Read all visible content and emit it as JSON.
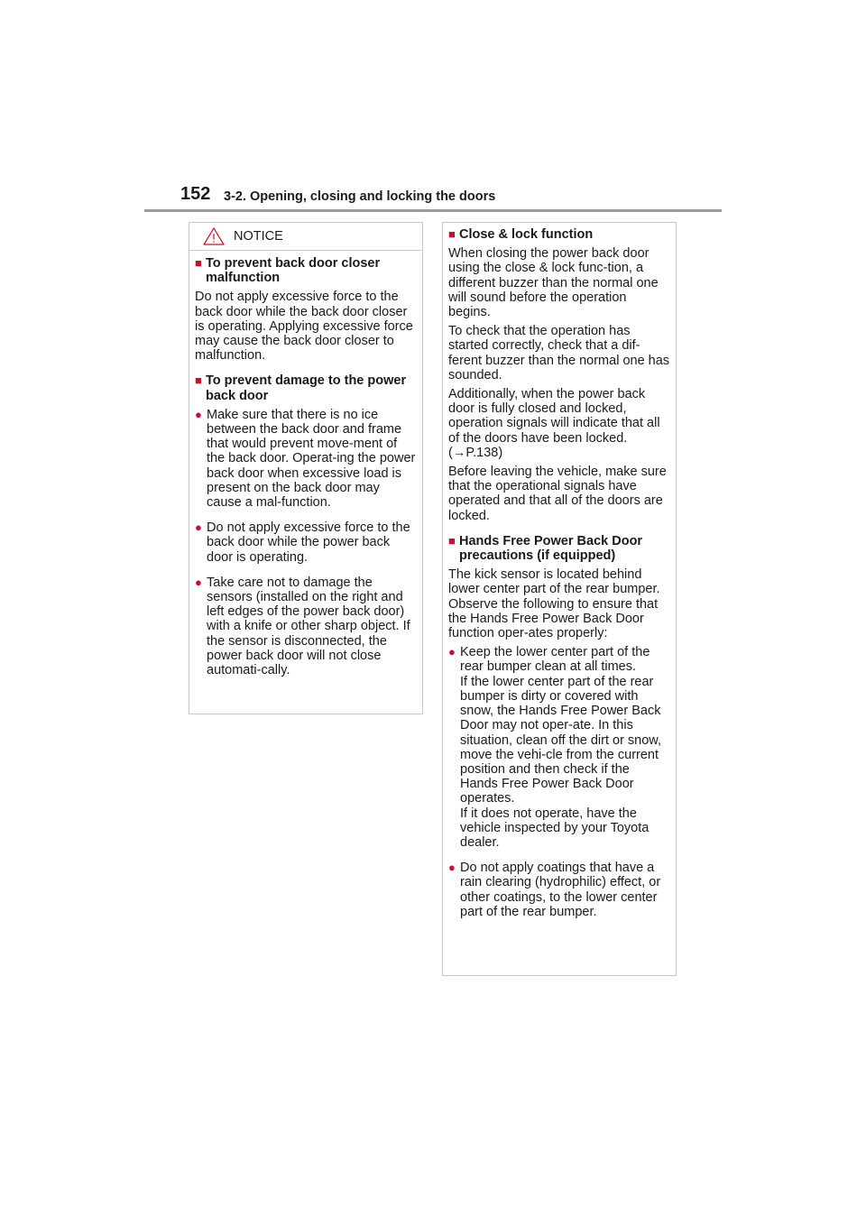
{
  "header": {
    "page_number": "152",
    "section_title": "3-2. Opening, closing and locking the doors"
  },
  "notice": {
    "label": "NOTICE",
    "h1": "To prevent back door closer malfunction",
    "p1": "Do not apply excessive force to the back door while the back door closer is operating. Applying excessive force may cause the back door closer to malfunction.",
    "h2": "To prevent damage to the power back door",
    "b1": "Make sure that there is no ice between the back door and frame that would prevent move-ment of the back door. Operat-ing the power back door when excessive load is present on the back door may cause a mal-function.",
    "b2": "Do not apply excessive force to the back door while the power back door is operating.",
    "b3": "Take care not to damage the sensors (installed on the right and left edges of the power back door) with a knife or other sharp object. If the sensor is disconnected, the power back door will not close automati-cally."
  },
  "info": {
    "h1": "Close & lock function",
    "p1": "When closing the power back door using the close & lock func-tion, a different buzzer than the normal one will sound before the operation begins.",
    "p2": "To check that the operation has started correctly, check that a dif-ferent buzzer than the normal one has sounded.",
    "p3": "Additionally, when the power back door is fully closed and locked, operation signals will indicate that all of the doors have been locked.",
    "p3_ref": "(→P.138)",
    "p4": "Before leaving the vehicle, make sure that the operational signals have operated and that all of the doors are locked.",
    "h2": "Hands Free Power Back Door precautions (if equipped)",
    "p5": "The kick sensor is located behind lower center part of the rear bumper. Observe the following to ensure that the Hands Free Power Back Door function oper-ates properly:",
    "b1a": "Keep the lower center part of the rear bumper clean at all times.",
    "b1b": "If the lower center part of the rear bumper is dirty or covered with snow, the Hands Free Power Back Door may not oper-ate. In this situation, clean off the dirt or snow, move the vehi-cle from the current position and then check if the Hands Free Power Back Door operates.",
    "b1c": "If it does not operate, have the vehicle inspected by your Toyota dealer.",
    "b2": "Do not apply coatings that have a rain clearing (hydrophilic) effect, or other coatings, to the lower center part of the rear bumper."
  },
  "glyphs": {
    "square": "■",
    "bullet": "●"
  },
  "colors": {
    "accent": "#c8102e",
    "rule": "#9a9a9a",
    "border": "#c8c8c8"
  }
}
